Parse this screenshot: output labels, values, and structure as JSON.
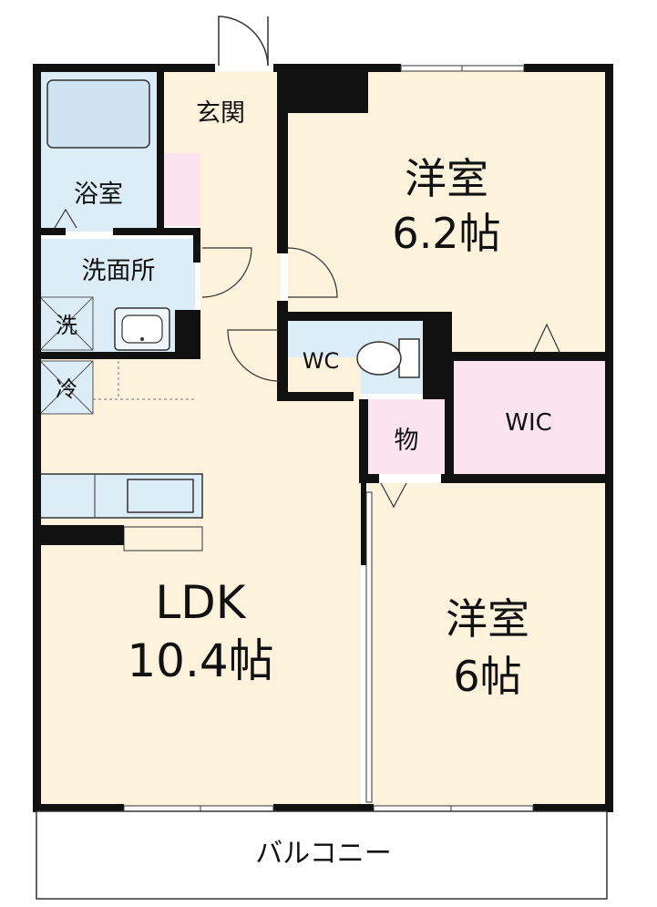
{
  "floorplan": {
    "rooms": {
      "western_room_north": {
        "name": "洋室",
        "size": "6.2帖"
      },
      "western_room_south": {
        "name": "洋室",
        "size": "6帖"
      },
      "ldk": {
        "name": "LDK",
        "size": "10.4帖"
      },
      "entrance": {
        "name": "玄関"
      },
      "bathroom": {
        "name": "浴室"
      },
      "washroom": {
        "name": "洗面所"
      },
      "washer_space": {
        "name": "洗"
      },
      "fridge_space": {
        "name": "冷"
      },
      "toilet": {
        "name": "WC"
      },
      "walk_in_closet": {
        "name": "WIC"
      },
      "storage": {
        "name": "物"
      },
      "balcony": {
        "name": "バルコニー"
      }
    },
    "colors": {
      "western_room": "#fdf3dc",
      "ldk": "#fdf3dc",
      "wet_area": "#dcedf8",
      "closet": "#fbe4ee",
      "wall": "#111111",
      "balcony": "#ffffff"
    }
  }
}
